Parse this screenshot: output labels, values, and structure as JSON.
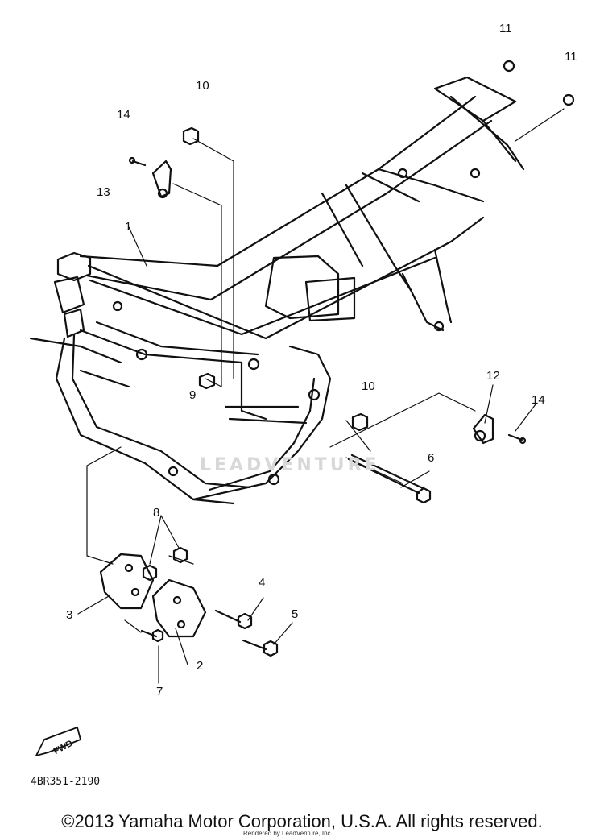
{
  "callouts": {
    "c1": "1",
    "c2": "2",
    "c3": "3",
    "c4": "4",
    "c5": "5",
    "c6": "6",
    "c7": "7",
    "c8": "8",
    "c9": "9",
    "c10a": "10",
    "c10b": "10",
    "c11a": "11",
    "c11b": "11",
    "c12": "12",
    "c13": "13",
    "c14a": "14",
    "c14b": "14"
  },
  "watermark": "LEADVENTURE",
  "fwd_label": "FWD",
  "part_code": "4BR351-2190",
  "copyright": "©2013 Yamaha Motor Corporation, U.S.A. All rights reserved.",
  "rendered_by": "Rendered by LeadVenture, Inc."
}
